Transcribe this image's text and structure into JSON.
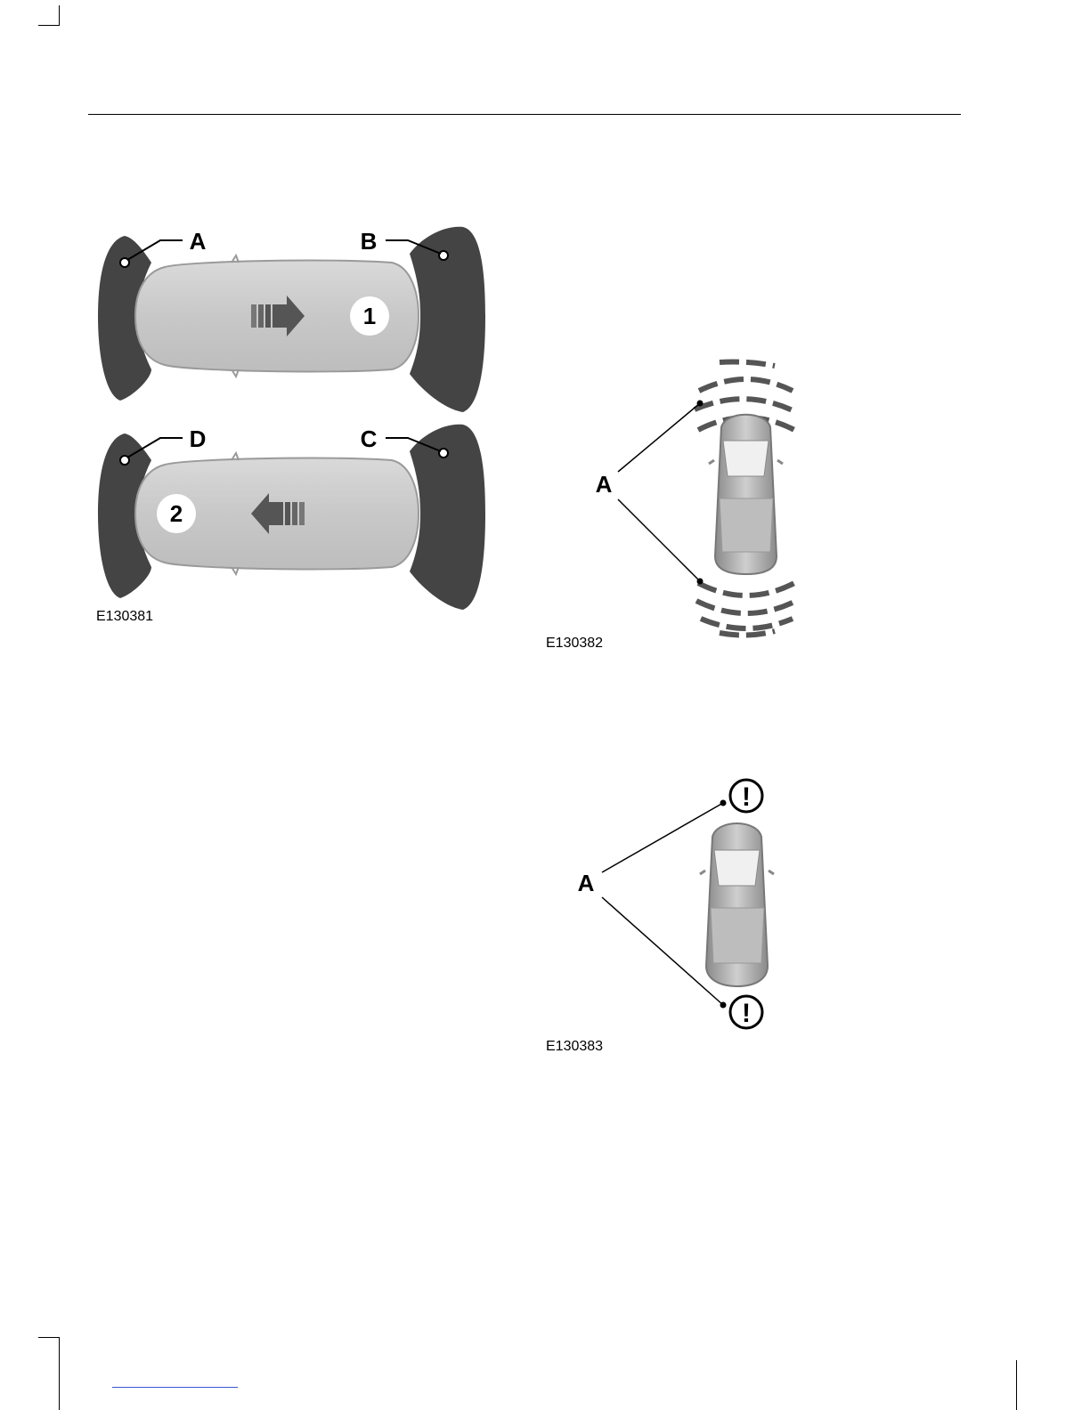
{
  "figures": [
    {
      "id": "E130381",
      "zone_labels": {
        "a": "A",
        "b": "B",
        "c": "C",
        "d": "D"
      },
      "direction_markers": {
        "forward": "1",
        "reverse": "2"
      }
    },
    {
      "id": "E130382",
      "label": "A"
    },
    {
      "id": "E130383",
      "label": "A",
      "warning_glyph": "!"
    }
  ],
  "colors": {
    "sensor_zone": "#444444",
    "car_body": "#c8c8c8",
    "car_outline": "#9a9a9a",
    "arc": "#555555",
    "arrow": "#555555",
    "link": "#3a56d4"
  },
  "icons": [
    "arrow-right-icon",
    "arrow-left-icon",
    "sensor-arcs-icon",
    "warning-icon"
  ]
}
